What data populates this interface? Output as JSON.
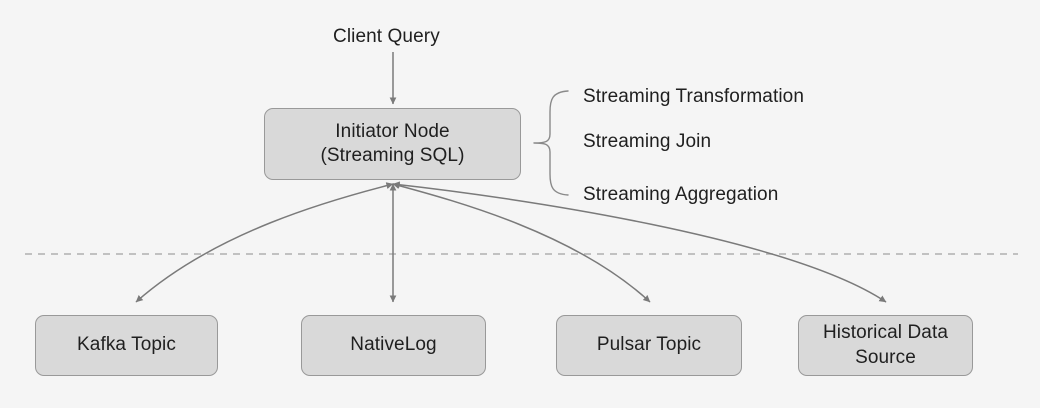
{
  "diagram": {
    "type": "flow-architecture",
    "background_color": "#f5f5f5",
    "node_fill_color": "#d9d9d9",
    "node_border_color": "#999999",
    "edge_color": "#7a7a7a",
    "text_color": "#1f1f1f",
    "entry_label": "Client Query",
    "center_node": {
      "line1": "Initiator Node",
      "line2": "(Streaming SQL)",
      "text": "Initiator Node\n(Streaming SQL)"
    },
    "capability_labels": [
      {
        "text": "Streaming Transformation"
      },
      {
        "text": "Streaming Join"
      },
      {
        "text": "Streaming Aggregation"
      }
    ],
    "sources": [
      {
        "label": "Kafka Topic"
      },
      {
        "label": "NativeLog"
      },
      {
        "label": "Pulsar Topic"
      },
      {
        "label": "Historical Data\nSource"
      }
    ],
    "separator": {
      "style": "dashed",
      "color": "#b0b0b0"
    }
  }
}
